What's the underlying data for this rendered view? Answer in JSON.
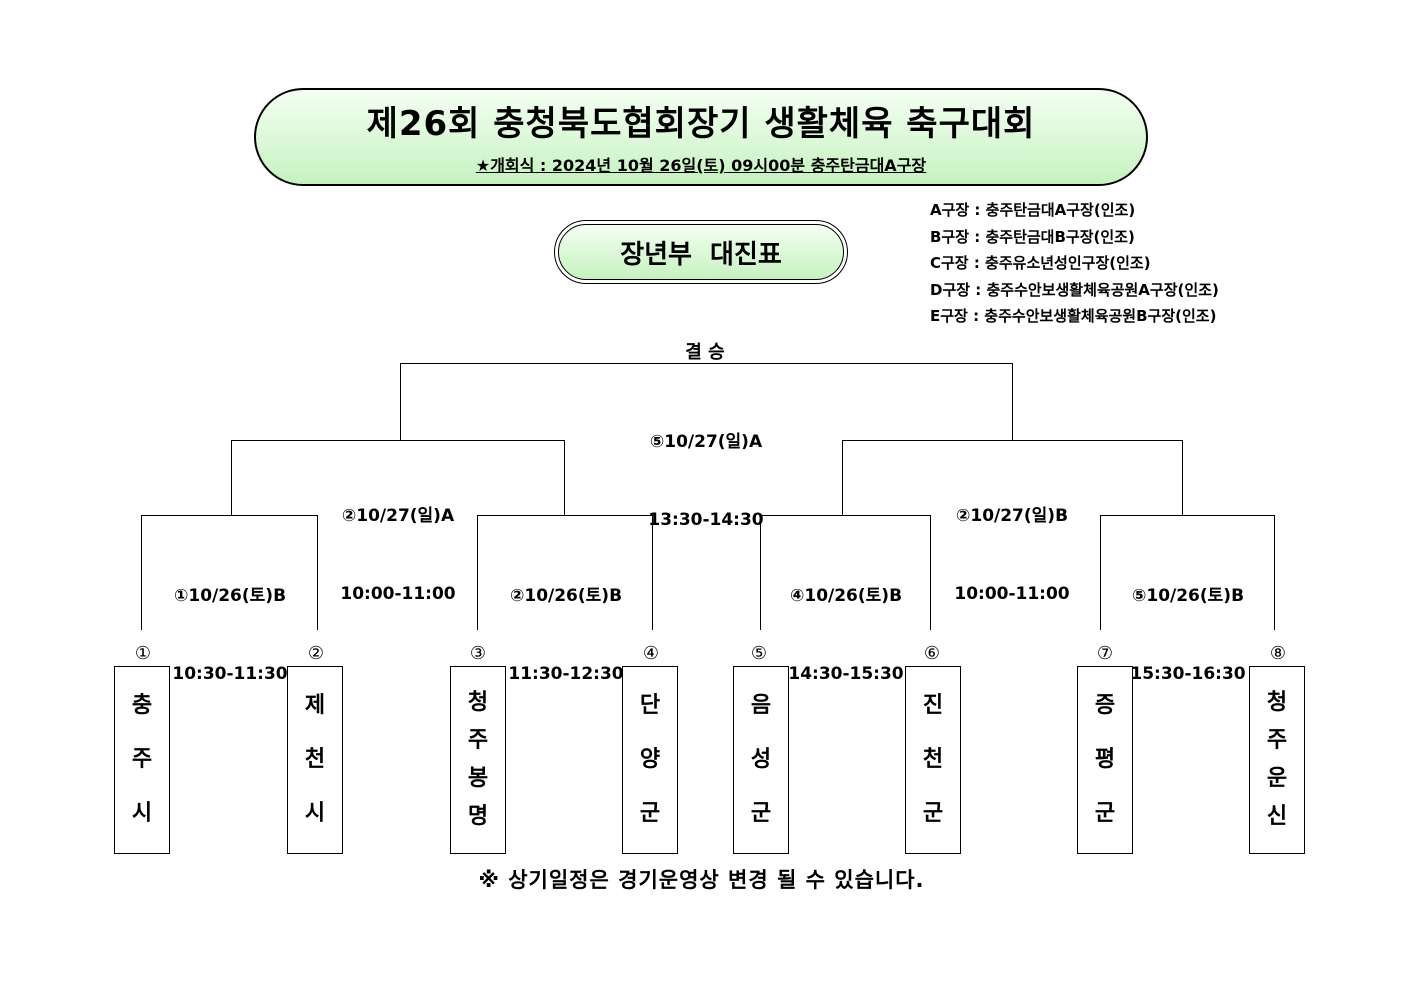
{
  "header": {
    "title": "제26회 충청북도협회장기 생활체육 축구대회",
    "opening": "★개회식 : 2024년 10월 26일(토) 09시00분 충주탄금대A구장"
  },
  "division": "장년부  대진표",
  "venues": [
    "A구장 : 충주탄금대A구장(인조)",
    "B구장 : 충주탄금대B구장(인조)",
    "C구장 : 충주유소년성인구장(인조)",
    "D구장 : 충주수안보생활체육공원A구장(인조)",
    "E구장 : 충주수안보생활체육공원B구장(인조)"
  ],
  "final_label": "결 승",
  "matches": {
    "final": {
      "date": "⑤10/27(일)A",
      "time": "13:30-14:30"
    },
    "semi_left": {
      "date": "②10/27(일)A",
      "time": "10:00-11:00"
    },
    "semi_right": {
      "date": "②10/27(일)B",
      "time": "10:00-11:00"
    },
    "r1_1": {
      "date": "①10/26(토)B",
      "time": "10:30-11:30"
    },
    "r1_2": {
      "date": "②10/26(토)B",
      "time": "11:30-12:30"
    },
    "r1_3": {
      "date": "④10/26(토)B",
      "time": "14:30-15:30"
    },
    "r1_4": {
      "date": "⑤10/26(토)B",
      "time": "15:30-16:30"
    }
  },
  "teams": [
    {
      "seed": "①",
      "name": "충주시"
    },
    {
      "seed": "②",
      "name": "제천시"
    },
    {
      "seed": "③",
      "name": "청주봉명"
    },
    {
      "seed": "④",
      "name": "단양군"
    },
    {
      "seed": "⑤",
      "name": "음성군"
    },
    {
      "seed": "⑥",
      "name": "진천군"
    },
    {
      "seed": "⑦",
      "name": "증평군"
    },
    {
      "seed": "⑧",
      "name": "청주운신"
    }
  ],
  "note": "※ 상기일정은 경기운영상 변경 될 수 있습니다."
}
